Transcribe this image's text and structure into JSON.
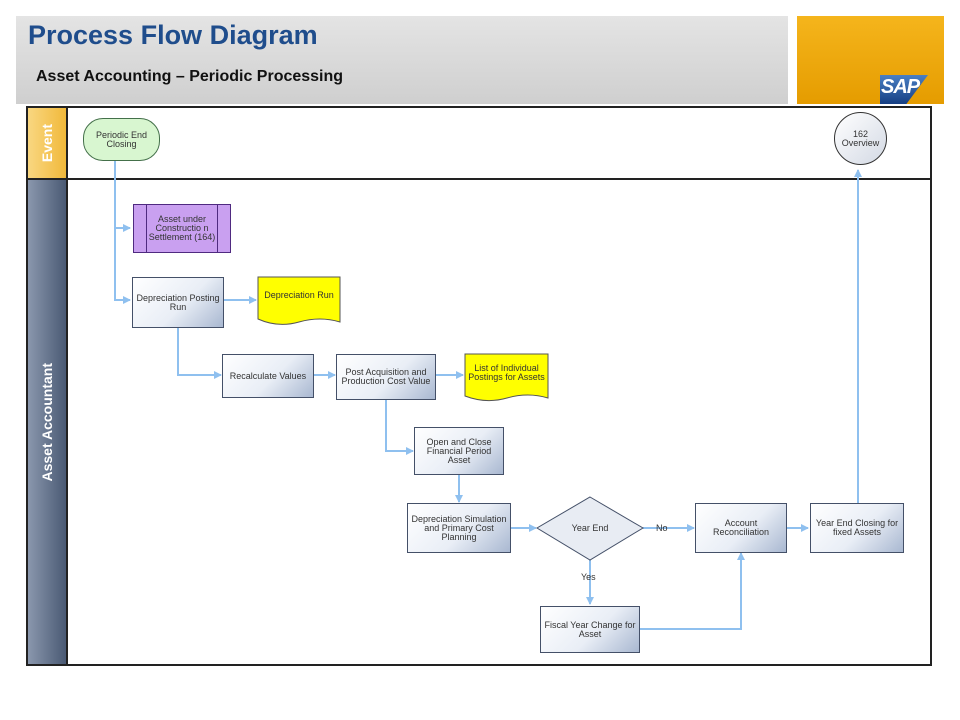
{
  "header": {
    "title": "Process Flow Diagram",
    "subtitle": "Asset Accounting – Periodic Processing",
    "logo_text": "SAP"
  },
  "lanes": {
    "event": "Event",
    "actor": "Asset Accountant"
  },
  "nodes": {
    "periodic_end_closing": "Periodic End Closing",
    "overview_162": "162 Overview",
    "auc_settlement": "Asset under Constructio n Settlement (164)",
    "depreciation_posting_run": "Depreciation Posting Run",
    "depreciation_run_doc": "Depreciation Run",
    "recalculate_values": "Recalculate Values",
    "post_acquisition": "Post Acquisition and Production Cost Value",
    "list_postings_doc": "List of Individual Postings for Assets",
    "open_close_period": "Open and Close Financial Period Asset",
    "depreciation_simulation": "Depreciation Simulation and Primary Cost Planning",
    "year_end_decision": "Year End",
    "account_reconciliation": "Account Reconciliation",
    "year_end_closing": "Year End Closing for fixed Assets",
    "fiscal_year_change": "Fiscal Year Change for Asset"
  },
  "edge_labels": {
    "no": "No",
    "yes": "Yes"
  },
  "colors": {
    "title": "#1f4d8c",
    "connector": "#8fc0ef",
    "event_band": "#f1b93b",
    "actor_band": "#4a5a74",
    "document": "#ffff00",
    "subprocess": "#c9a0f0",
    "event_node": "#d8f6d0"
  }
}
